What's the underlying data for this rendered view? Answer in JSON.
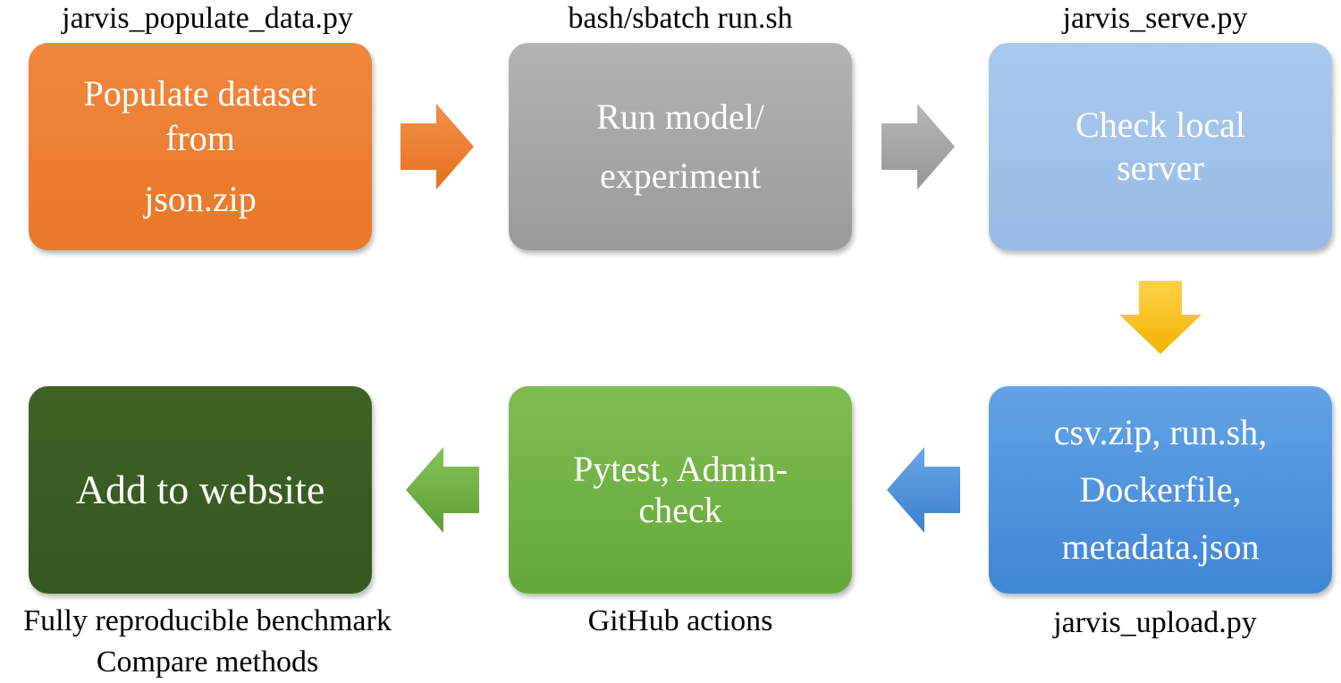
{
  "steps": [
    {
      "id": "populate",
      "tool": "jarvis_populate_data.py",
      "lines": [
        "Populate dataset",
        "from",
        "json.zip"
      ],
      "color": "#ed7d31"
    },
    {
      "id": "run",
      "tool": "bash/sbatch run.sh",
      "lines": [
        "Run model/",
        "experiment"
      ],
      "color": "#a5a5a5"
    },
    {
      "id": "check",
      "tool": "jarvis_serve.py",
      "lines": [
        "Check local",
        "server"
      ],
      "color": "#9dc3e6"
    },
    {
      "id": "upload",
      "tool": "jarvis_upload.py",
      "lines": [
        "csv.zip, run.sh,",
        "Dockerfile,",
        "metadata.json"
      ],
      "color": "#4a8fd8"
    },
    {
      "id": "pytest",
      "tool": "GitHub actions",
      "lines": [
        "Pytest, Admin-",
        "check"
      ],
      "color": "#70ad47"
    },
    {
      "id": "website",
      "tool": "",
      "lines": [
        "Add to website"
      ],
      "color": "#375623"
    }
  ],
  "outcome": {
    "line1": "Fully reproducible benchmark",
    "line2": "Compare methods"
  },
  "arrows": [
    {
      "id": "populate-to-run",
      "direction": "right",
      "color": "#ed7d31"
    },
    {
      "id": "run-to-check",
      "direction": "right",
      "color": "#a5a5a5"
    },
    {
      "id": "check-to-upload",
      "direction": "down",
      "color": "#ffc000"
    },
    {
      "id": "upload-to-pytest",
      "direction": "left",
      "color": "#4a8fd8"
    },
    {
      "id": "pytest-to-website",
      "direction": "left",
      "color": "#70ad47"
    }
  ]
}
